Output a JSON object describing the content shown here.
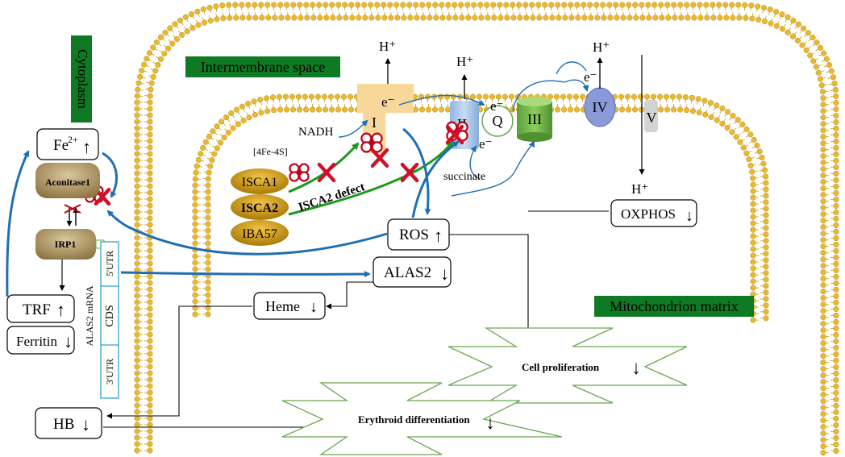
{
  "labels": {
    "cytoplasm": "Cytoplasm",
    "intermembrane": "Intermembrane space",
    "matrix": "Mitochondrion matrix",
    "nadh": "NADH",
    "fe4s": "[4Fe-4S]",
    "succinate": "succinate",
    "isca1": "ISCA1",
    "isca2": "ISCA2",
    "iba57": "IBA57",
    "isca2_defect": "ISCA2 defect",
    "aconitase": "Aconitase1",
    "irp1": "IRP1",
    "utr5": "5'UTR",
    "cds": "CDS",
    "utr3": "3'UTR",
    "alas2_mrna": "ALAS2 mRNA"
  },
  "complexes": {
    "I": "I",
    "II": "II",
    "Q": "Q",
    "III": "III",
    "IV": "IV",
    "V": "V"
  },
  "symbols": {
    "hplus": "H⁺",
    "electron": "e⁻"
  },
  "nodes": {
    "fe": {
      "base": "Fe",
      "sup": "2+",
      "arrow": "↑"
    },
    "trf": {
      "label": "TRF",
      "arrow": "↑"
    },
    "ferritin": {
      "label": "Ferritin",
      "arrow": "↓"
    },
    "hb": {
      "label": "HB",
      "arrow": "↓"
    },
    "heme": {
      "label": "Heme",
      "arrow": "↓"
    },
    "alas2": {
      "label": "ALAS2",
      "arrow": "↓"
    },
    "ros": {
      "label": "ROS",
      "arrow": "↑"
    },
    "oxphos": {
      "label": "OXPHOS",
      "arrow": "↓"
    }
  },
  "outcomes": {
    "proliferation": {
      "label": "Cell proliferation",
      "arrow": "↓"
    },
    "differentiation": {
      "label": "Erythroid differentiation",
      "arrow": "↓"
    }
  },
  "colors": {
    "membrane_head": "#e8b931",
    "membrane_tail": "#c99a1a",
    "label_bg": "#0e7a23",
    "arrow_blue": "#1f6fb2",
    "arrow_green": "#1a9a1a",
    "cross_red": "#d0102a"
  }
}
